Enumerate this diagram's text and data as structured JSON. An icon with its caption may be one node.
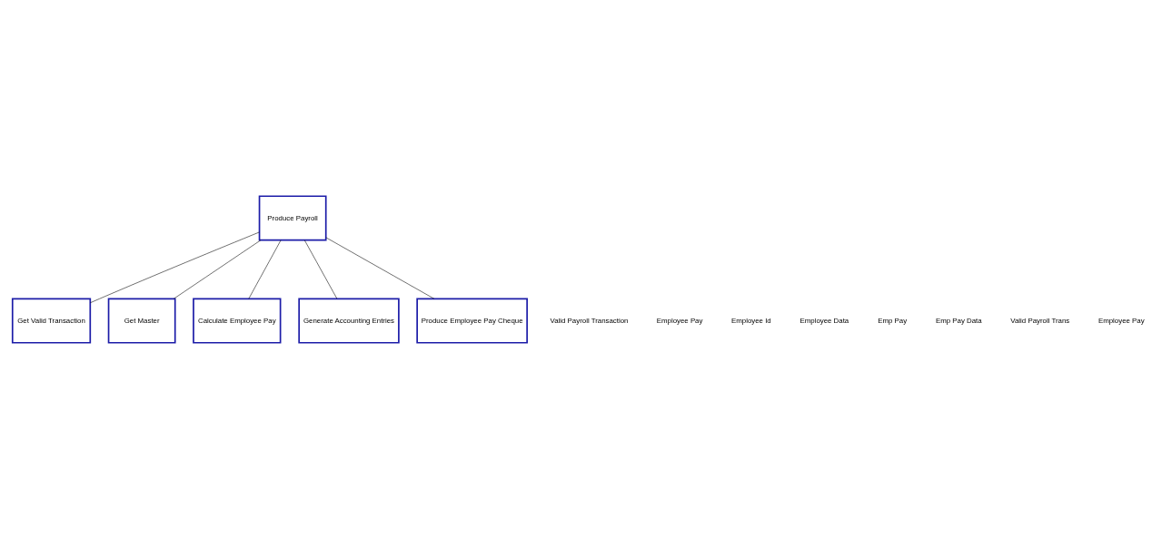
{
  "diagram": {
    "nodes": [
      {
        "text": [
          "Produce Payroll"
        ]
      },
      {
        "text": [
          "Get Valid Transaction"
        ]
      },
      {
        "text": [
          "Get Master"
        ]
      },
      {
        "text": [
          "Calculate Employee Pay"
        ]
      },
      {
        "text": [
          "Generate Accounting Entries"
        ]
      },
      {
        "text": [
          "Produce Employee Pay Cheque"
        ]
      }
    ],
    "edges": [
      {
        "from": 0,
        "to": 1,
        "arrow": "none"
      },
      {
        "from": 0,
        "to": 2,
        "arrow": "none"
      },
      {
        "from": 0,
        "to": 3,
        "arrow": "none"
      },
      {
        "from": 0,
        "to": 4,
        "arrow": "none"
      },
      {
        "from": 0,
        "to": 5,
        "arrow": "none"
      }
    ],
    "labels": [
      "Valid Payroll Transaction",
      "Employee Pay",
      "Employee Id",
      "Employee Data",
      "Emp Pay",
      "Emp Pay Data",
      "Valid Payroll Trans",
      "Employee Pay"
    ]
  }
}
